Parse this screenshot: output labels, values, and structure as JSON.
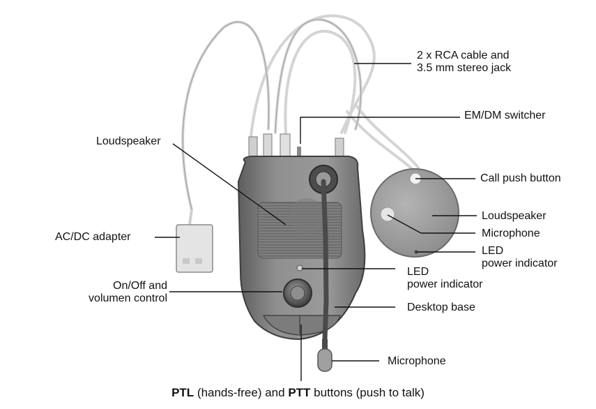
{
  "labels": {
    "rca_cable": [
      "2 x RCA cable and",
      "3.5 mm stereo jack"
    ],
    "em_dm_switcher": "EM/DM switcher",
    "loudspeaker_left": "Loudspeaker",
    "call_push_button": "Call push button",
    "loudspeaker_right": "Loudspeaker",
    "microphone_right": "Microphone",
    "led_power_right": [
      "LED",
      "power indicator"
    ],
    "ac_dc_adapter": "AC/DC adapter",
    "led_power_base": [
      "LED",
      "power indicator"
    ],
    "on_off_control": [
      "On/Off and",
      "volumen control"
    ],
    "desktop_base": "Desktop base",
    "microphone_bottom": "Microphone",
    "buttons_caption": {
      "ptl": "PTL",
      "mid": " (hands-free) and ",
      "ptt": "PTT",
      "end": " buttons (push to talk)"
    }
  },
  "colors": {
    "device_body": "#8d8d8d",
    "device_dark": "#5a5a5a",
    "cable": "#d4d4d4",
    "leader_line": "#111111"
  },
  "icons": [
    "adapter-icon",
    "speaker-pod-icon",
    "microphone-boom-icon",
    "knob-icon"
  ]
}
